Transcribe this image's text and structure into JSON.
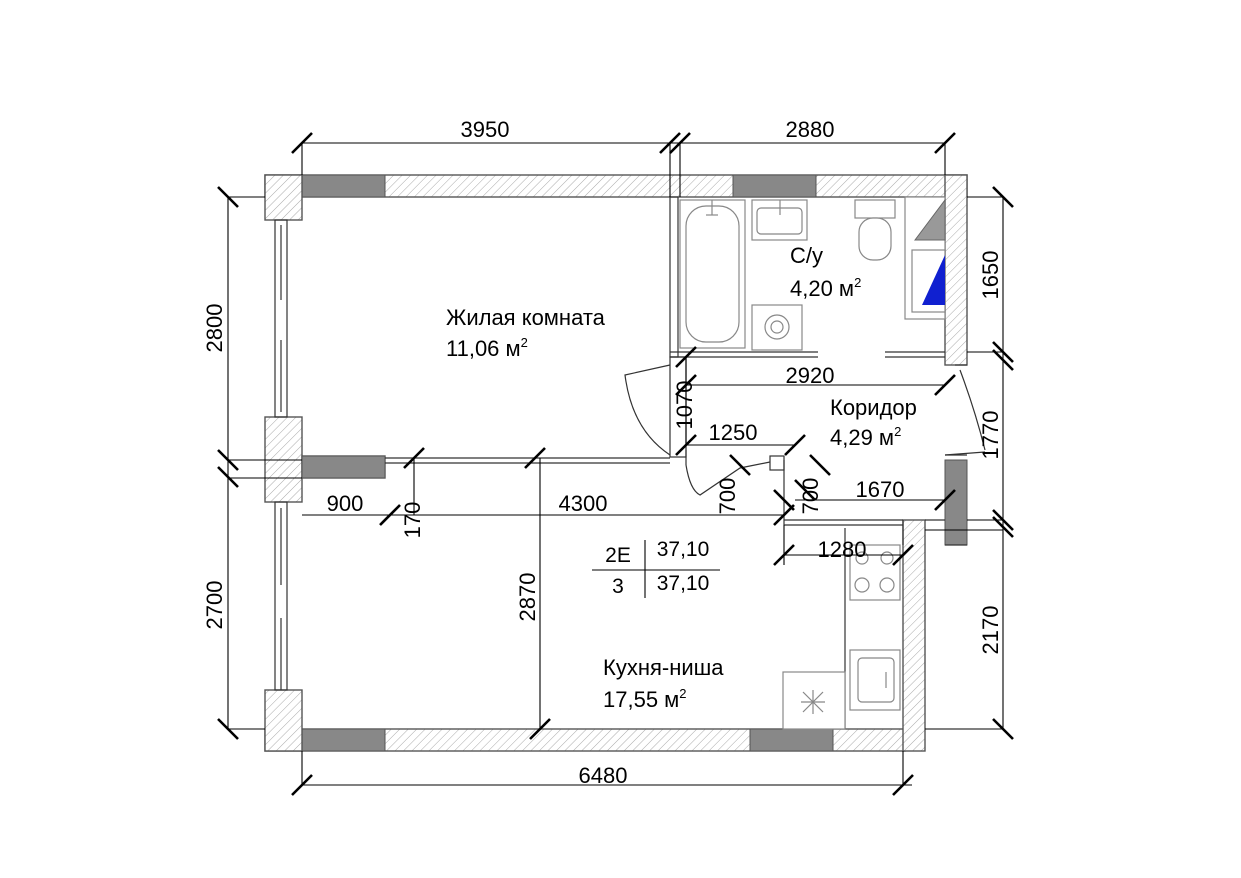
{
  "rooms": {
    "living": {
      "name": "Жилая комната",
      "area": "11,06 м",
      "sup": "2"
    },
    "bath": {
      "name": "С/у",
      "area": "4,20 м",
      "sup": "2"
    },
    "corridor": {
      "name": "Коридор",
      "area": "4,29 м",
      "sup": "2"
    },
    "kitchen": {
      "name": "Кухня-ниша",
      "area": "17,55 м",
      "sup": "2"
    }
  },
  "dimensions": {
    "top_left": "3950",
    "top_right": "2880",
    "left_upper": "2800",
    "left_lower": "2700",
    "right_bath": "1650",
    "right_corridor": "1770",
    "right_kitchen": "2170",
    "bottom": "6480",
    "corridor_width": "2920",
    "corridor_door": "1070",
    "corridor_1250": "1250",
    "dim_900": "900",
    "dim_170": "170",
    "dim_4300": "4300",
    "dim_700_a": "700",
    "dim_700_b": "700",
    "dim_1670": "1670",
    "dim_1280": "1280",
    "dim_2870": "2870"
  },
  "info_table": {
    "code": "2E",
    "code_value": "37,10",
    "rooms_count": "3",
    "rooms_value": "37,10"
  },
  "colors": {
    "wall_solid": "#888888",
    "hatch": "#999999",
    "accent": "#1020d0"
  }
}
